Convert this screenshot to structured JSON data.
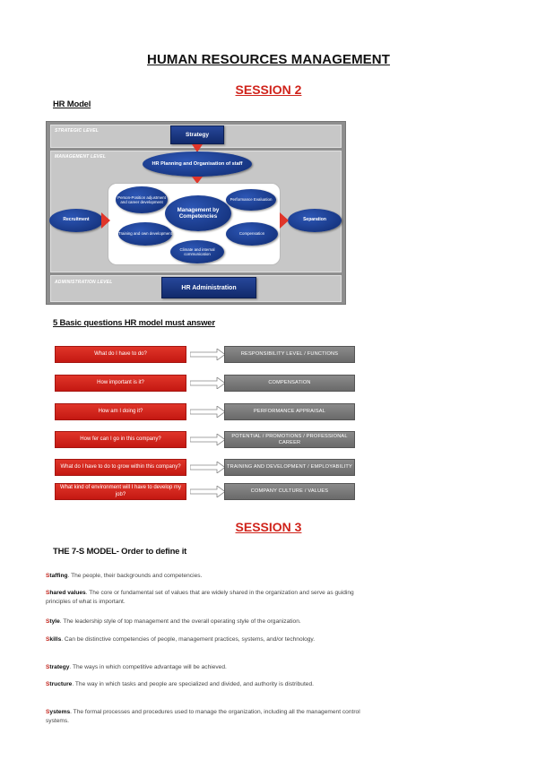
{
  "title": "HUMAN RESOURCES MANAGEMENT",
  "session2": "SESSION 2",
  "hr_model_heading": "HR Model",
  "diagram": {
    "strategic_level": "STRATEGIC LEVEL",
    "management_level": "MANAGEMENT LEVEL",
    "administration_level": "ADMINISTRATION LEVEL",
    "strategy": "Strategy",
    "hr_planning": "HR Planning and Organisation of staff",
    "recruitment": "Recruitment",
    "separation": "Separation",
    "person_position": "Person-Position adjustment and career development",
    "management_competencies": "Management by Competencies",
    "performance_evaluation": "Performance Evaluation",
    "training": "Training and own development",
    "compensation": "Compensation",
    "climate": "Climate and internal communication",
    "hr_administration": "HR Administration"
  },
  "questions_heading": "5 Basic questions HR model must answer",
  "questions": [
    {
      "q": "What do I have to do?",
      "a": "RESPONSIBILITY LEVEL / FUNCTIONS"
    },
    {
      "q": "How important is it?",
      "a": "COMPENSATION"
    },
    {
      "q": "How am I doing it?",
      "a": "PERFORMANCE APPRAISAL"
    },
    {
      "q": "How fer can I go in this company?",
      "a": "POTENTIAL / PROMOTIONS / PROFESSIONAL CAREER"
    },
    {
      "q": "What do I have to do to grow within this company?",
      "a": "TRAINING AND DEVELOPMENT / EMPLOYABILITY"
    },
    {
      "q": "What kind of environment will I have to develop my job?",
      "a": "COMPANY CULTURE / VALUES"
    }
  ],
  "session3": "SESSION 3",
  "seven_s_heading": "THE 7-S MODEL- Order to define it",
  "seven_s": [
    {
      "cap": "S",
      "rest": "taffing",
      "desc": ". The people, their backgrounds and competencies."
    },
    {
      "cap": "S",
      "rest": "hared values",
      "desc": ". The core or fundamental set of values that are widely shared in the organization and serve as guiding principles of what is important."
    },
    {
      "cap": "S",
      "rest": "tyle",
      "desc": ". The leadership style of top management and the overall operating style of the organization."
    },
    {
      "cap": "S",
      "rest": "kills",
      "desc": ". Can be distinctive competencies of people, management practices, systems, and/or technology."
    },
    {
      "cap": "S",
      "rest": "trategy",
      "desc": ". The ways in which competitive advantage will be achieved."
    },
    {
      "cap": "S",
      "rest": "tructure",
      "desc": ". The way in which tasks and people are specialized and divided, and authority is distributed."
    },
    {
      "cap": "S",
      "rest": "ystems",
      "desc": ". The formal processes and procedures used to manage the organization, including all the management control systems."
    }
  ]
}
